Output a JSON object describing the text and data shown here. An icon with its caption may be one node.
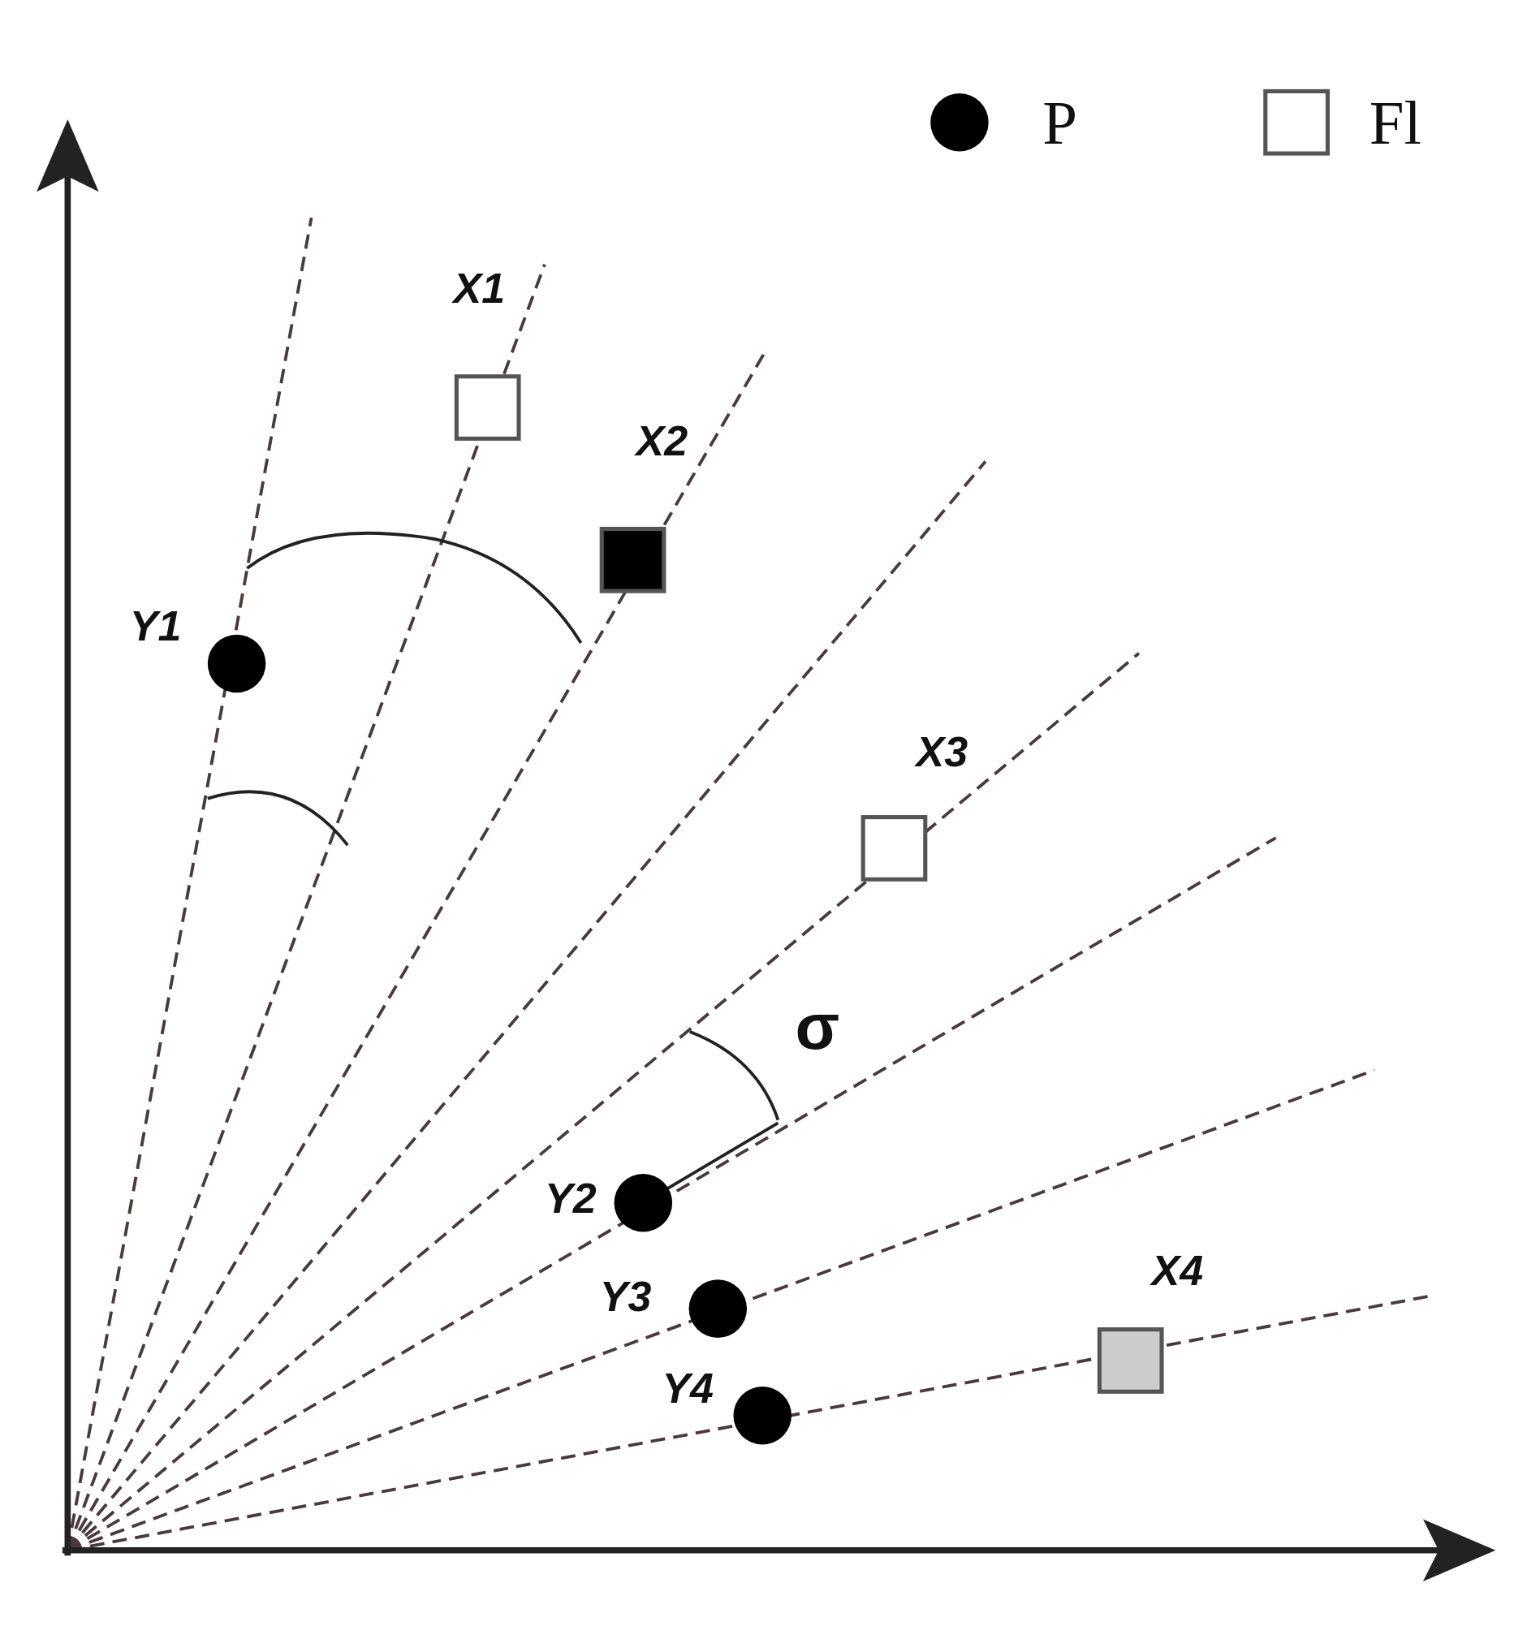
{
  "diagram": {
    "labels": [
      "X1",
      "X2",
      "Y1",
      "X3",
      "σ",
      "Y2",
      "Y3",
      "X4",
      "Y4"
    ],
    "legend": [
      {
        "text": "P"
      },
      {
        "text": "Fl"
      }
    ]
  }
}
